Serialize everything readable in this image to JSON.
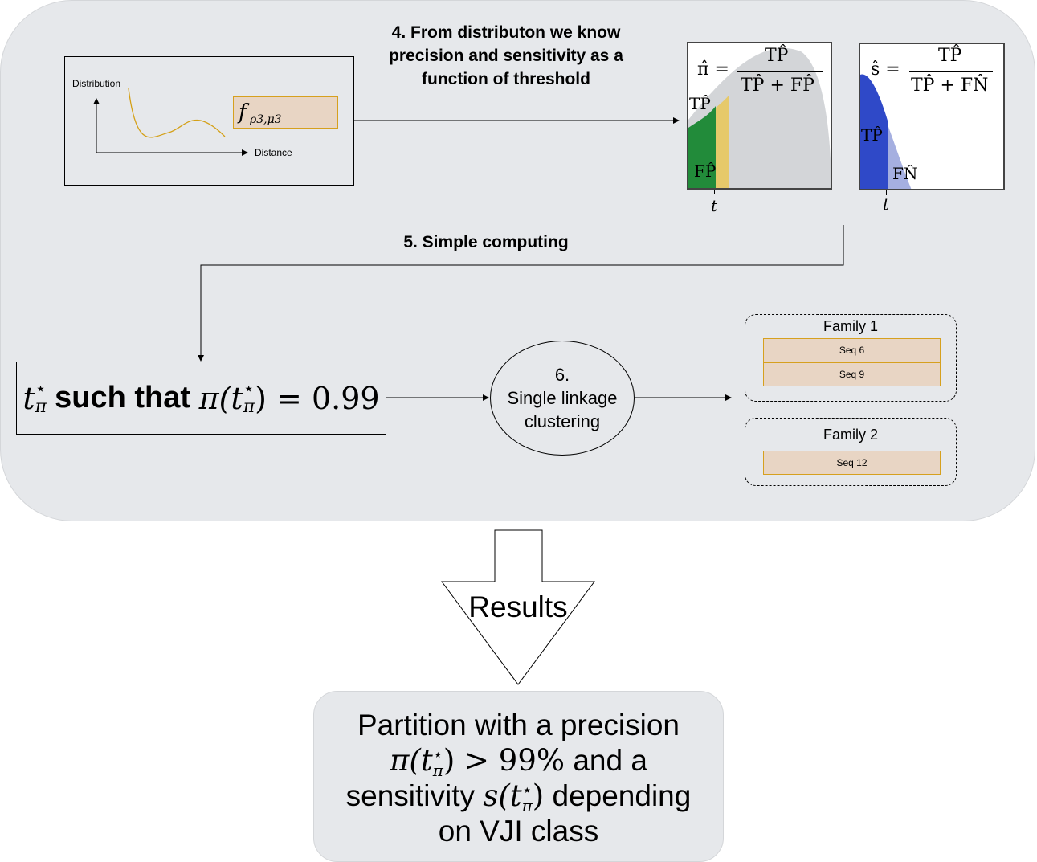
{
  "distribution_panel": {
    "y_label": "Distribution",
    "x_label": "Distance",
    "legend_f": "f",
    "legend_sub": "ρ3,μ3",
    "curve_color": "#d4a017",
    "legend_fill": "#e8d5c4"
  },
  "step4": {
    "label": "4. From distributon we know precision and sensitivity as a function of threshold"
  },
  "precision_plot": {
    "lhs": "π̂ =",
    "numerator": "TP̂",
    "denominator": "TP̂ + FP̂",
    "region_tp": "TP̂",
    "region_fp": "FP̂",
    "threshold": "t",
    "colors": {
      "tp": "#228b3a",
      "fp": "#e6c96a",
      "bg": "#d3d5d8"
    }
  },
  "sensitivity_plot": {
    "lhs": "ŝ =",
    "numerator": "TP̂",
    "denominator": "TP̂ + FN̂",
    "region_tp": "TP̂",
    "region_fn": "FN̂",
    "threshold": "t",
    "colors": {
      "tp": "#2f49c8",
      "fn": "#a5afe0"
    }
  },
  "step5": {
    "label": "5. Simple computing"
  },
  "equation": {
    "t": "t",
    "sup": "⋆",
    "sub": "π",
    "text": "such that",
    "pi": "π(t",
    "rhs": ") = 0.99"
  },
  "step6": {
    "number": "6.",
    "line1": "Single linkage",
    "line2": "clustering"
  },
  "families": [
    {
      "title": "Family 1",
      "seqs": [
        "Seq 6",
        "Seq 9"
      ]
    },
    {
      "title": "Family 2",
      "seqs": [
        "Seq 12"
      ]
    }
  ],
  "results_arrow": {
    "label": "Results"
  },
  "result": {
    "line1": "Partition with a precision",
    "pi": "π(t",
    "gt": ") > 99%",
    "and": "and a",
    "sens": "sensitivity",
    "s": "s(t",
    "close": ")",
    "depending": "depending",
    "line4": "on VJI class",
    "sup": "⋆",
    "sub": "π"
  }
}
